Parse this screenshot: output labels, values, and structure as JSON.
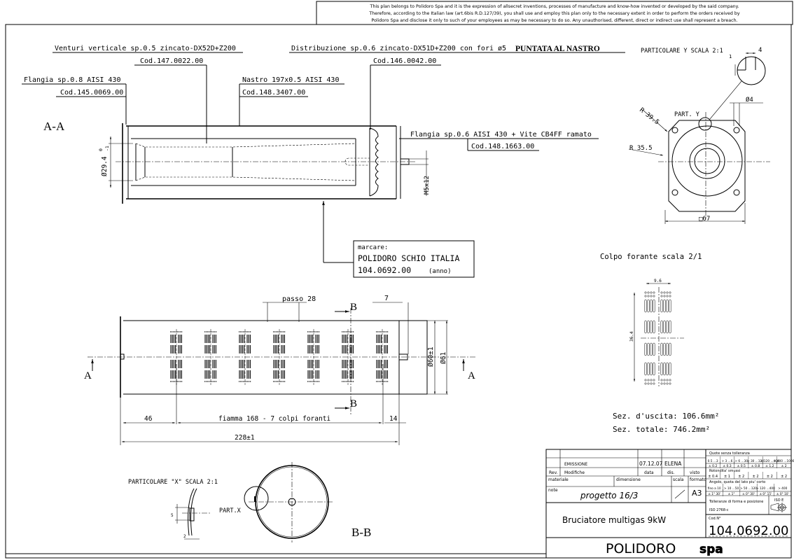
{
  "notice": {
    "lines": [
      "This plan belongs to Polidoro Spa and it is the expression of allsecret inventions, processes of manufacture and know-how invented or developed by the said company.",
      "Therefore, according to the Italian law (art.6bis R.D.127/39), you shall use and employ this plan only to the necessary extent in order to perform the orders received by",
      "Polidoro Spa and disclose it only to such of your employees as may be necessary to do so. Any unauthorised, different, direct or indirect use shall represent a breach."
    ]
  },
  "section_aa": {
    "title": "A-A",
    "callouts": [
      {
        "desc": "Venturi verticale sp.0.5 zincato-DX52D+Z200",
        "code": "Cod.147.0022.00"
      },
      {
        "desc": "Distribuzione sp.0.6 zincato-DX51D+Z200 con fori ø5",
        "code": "Cod.146.0042.00",
        "emphasis": "PUNTATA AL NASTRO"
      },
      {
        "desc": "Flangia sp.0.8 AISI 430",
        "code": "Cod.145.0069.00"
      },
      {
        "desc": "Nastro 197x0.5 AISI 430",
        "code": "Cod.148.3407.00"
      },
      {
        "desc": "Flangia sp.0.6 AISI 430 + Vite CB4FF ramato",
        "code": "Cod.148.1663.00"
      }
    ],
    "dim_diameter": "Ø29.4",
    "dim_tol_upper": "0",
    "dim_tol_lower": "-1",
    "dim_thread": "M5x12"
  },
  "marking": {
    "label": "marcare:",
    "line1": "POLIDORO SCHIO ITALIA",
    "line2": "104.0692.00",
    "line2_suffix": "(anno)"
  },
  "detail_y": {
    "title": "PARTICOLARE Y SCALA 2:1",
    "part_label": "PART. Y",
    "dim_width": "4",
    "dim_height": "1",
    "dim_hole": "Ø4",
    "dim_r1": "R 39.5",
    "dim_r2": "R 35.5",
    "dim_square": "□67"
  },
  "colpo": {
    "title": "Colpo forante scala 2/1",
    "dim_width": "9.6",
    "dim_height": "36.4"
  },
  "side_view": {
    "section_a": "A",
    "section_b": "B",
    "dim_pitch": "passo 28",
    "dim_7": "7",
    "dim_d60": "Ø60±1",
    "dim_d61": "Ø61",
    "dim_46": "46",
    "dim_flame": "fiamma 168  -  7 colpi foranti",
    "dim_14": "14",
    "dim_total": "228±1",
    "hole_groups": 7
  },
  "sections": {
    "outlet": "Sez. d'uscita: 106.6mm²",
    "total": "Sez. totale: 746.2mm²"
  },
  "detail_x": {
    "title": "PARTICOLARE \"X\" SCALA 2:1",
    "part_label": "PART.X",
    "dim_5": "5",
    "dim_2": "2",
    "section_title": "B-B"
  },
  "title_block": {
    "rev_row": {
      "desc": "EMISSIONE",
      "date": "07.12.07",
      "drawn": "ELENA"
    },
    "headers": {
      "rev": "Rev.",
      "mod": "Modifiche",
      "date": "data",
      "drawn": "dis.",
      "checked": "visto"
    },
    "materiale_label": "materiale",
    "dimensione_label": "dimensione",
    "scala_label": "scala",
    "formato_label": "formato",
    "formato": "A3",
    "note_label": "note",
    "note": "progetto 16/3",
    "description": "Bruciatore multigas   9kW",
    "company": "POLIDORO",
    "company_suffix": "spa",
    "code_label": "Cod.N°",
    "code": "104.0692.00",
    "tolerances": {
      "title": "Quote senza tolleranza",
      "ranges": [
        "0.5 ...3",
        "> 3 ...6",
        "> 6 ...30",
        "> 30 ...120",
        "> 120 ...400",
        "> 400 ...1000"
      ],
      "values": [
        "± 0.2",
        "± 0.3",
        "± 0.5",
        "± 0.8",
        "± 1.2",
        "± 2"
      ],
      "round_title": "Rotondita' smussi",
      "round_values": [
        "± 0.4",
        "± 1",
        "± 2",
        "± 2",
        "± 2",
        "± 2"
      ],
      "angle_title": "Angolo, quota del lato piu' corto",
      "angle_ranges": [
        "fino a 10",
        "> 10 ...50",
        "> 50 ...120",
        "> 120 ...400",
        "> 400"
      ],
      "angle_values": [
        "± 1° 30'",
        "± 1°",
        "± 0° 30'",
        "± 0° 15'",
        "± 0° 10'"
      ],
      "form_title": "Tolleranze di forma e posizione",
      "form_std": "ISO 2768-c",
      "iso_label": "ISO E"
    }
  }
}
